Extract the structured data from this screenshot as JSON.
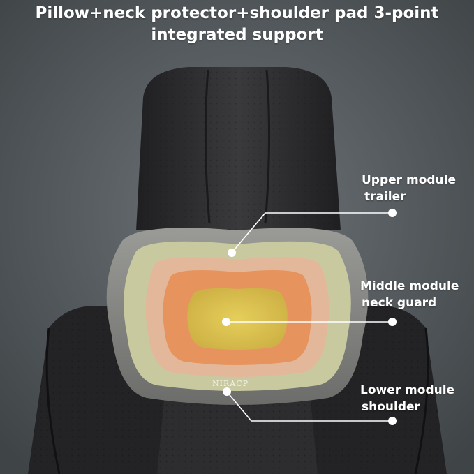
{
  "headline": {
    "line1": "Pillow+neck protector+shoulder pad 3-point",
    "line2": "integrated support"
  },
  "callouts": {
    "upper": {
      "line1": "Upper module",
      "line2": "trailer"
    },
    "middle": {
      "line1": "Middle module",
      "line2": "neck guard"
    },
    "lower": {
      "line1": "Lower module",
      "line2": "shoulder"
    }
  },
  "brand": "NIRACP",
  "colors": {
    "background": "#4e5458",
    "seat": "#2c2c2e",
    "pillow_shell": "#8e8f8c",
    "zone_outer": "#c9c9a0",
    "zone_pink": "#e3b89a",
    "zone_orange": "#e6935e",
    "zone_core": "#d8c052",
    "callout_line": "#ffffff"
  }
}
